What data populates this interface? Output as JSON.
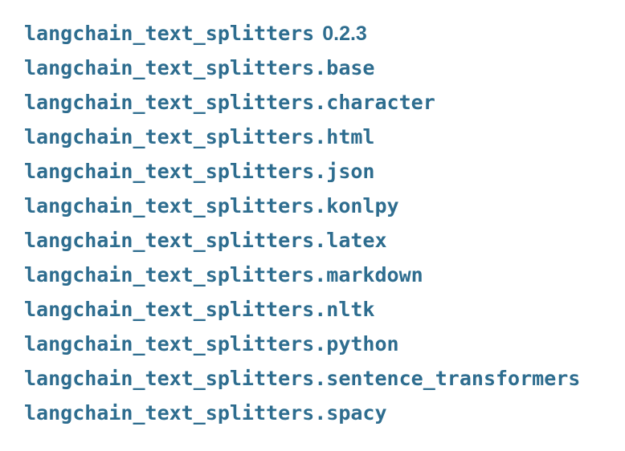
{
  "page": {
    "background_color": "#ffffff",
    "link_color": "#2e6d8f"
  },
  "package_index": {
    "title_link": {
      "package": "langchain_text_splitters",
      "version": "0.2.3"
    },
    "modules": [
      "langchain_text_splitters.base",
      "langchain_text_splitters.character",
      "langchain_text_splitters.html",
      "langchain_text_splitters.json",
      "langchain_text_splitters.konlpy",
      "langchain_text_splitters.latex",
      "langchain_text_splitters.markdown",
      "langchain_text_splitters.nltk",
      "langchain_text_splitters.python",
      "langchain_text_splitters.sentence_transformers",
      "langchain_text_splitters.spacy"
    ]
  }
}
